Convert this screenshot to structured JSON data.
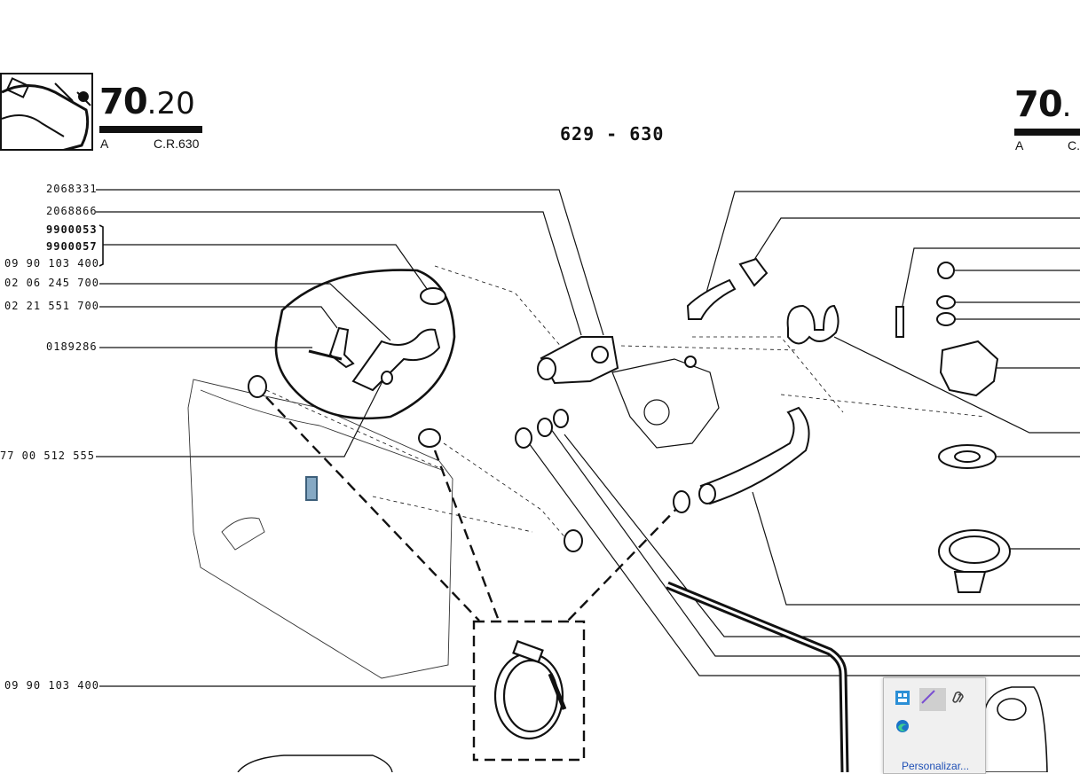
{
  "header": {
    "section_left": {
      "major": "70",
      "minor": ".20",
      "sub_a": "A",
      "sub_code": "C.R.630"
    },
    "page_numbers": "629 - 630",
    "section_right": {
      "major": "70",
      "minor": ".",
      "sub_a": "A",
      "sub_code": "C."
    }
  },
  "callouts": [
    {
      "id": "c1",
      "text": "2068331"
    },
    {
      "id": "c2",
      "text": "2068866"
    },
    {
      "id": "c3",
      "text": "9900053"
    },
    {
      "id": "c4",
      "text": "9900057"
    },
    {
      "id": "c5",
      "text": "09 90 103 400"
    },
    {
      "id": "c6",
      "text": "02 06 245 700"
    },
    {
      "id": "c7",
      "text": "02 21 551 700"
    },
    {
      "id": "c8",
      "text": "0189286"
    },
    {
      "id": "c9",
      "text": "77 00 512 555"
    },
    {
      "id": "c10",
      "text": "09 90 103 400"
    }
  ],
  "popup": {
    "icons": [
      "grid-app-icon",
      "pen-icon",
      "link-icon",
      "edge-icon"
    ],
    "link_label": "Personalizar..."
  },
  "colors": {
    "ink": "#111111",
    "marker_fill": "#86a9c4",
    "link": "#1e4fb5"
  }
}
